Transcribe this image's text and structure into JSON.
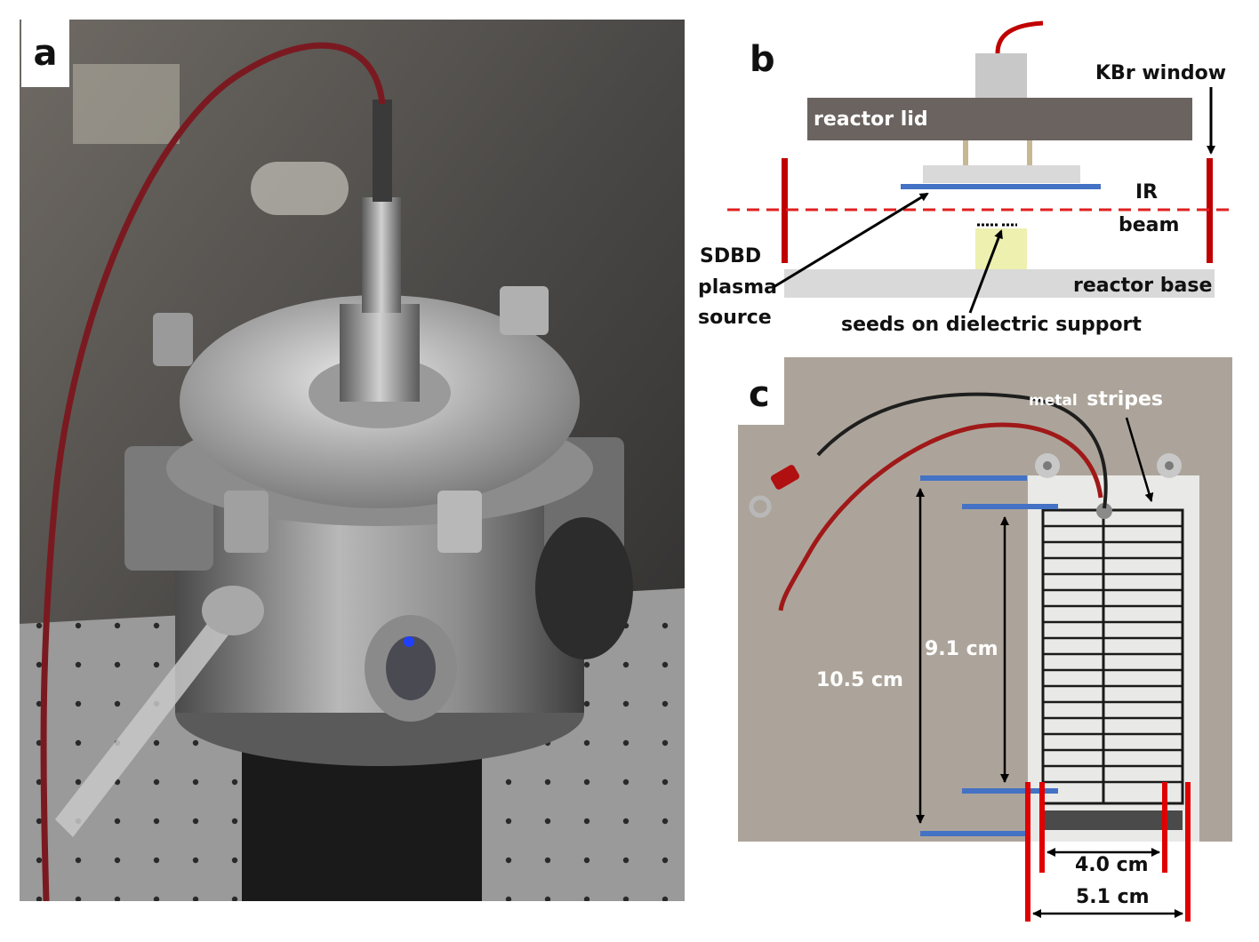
{
  "panels": {
    "a": {
      "letter": "a"
    },
    "b": {
      "letter": "b",
      "labels": {
        "kbr_window": "KBr window",
        "reactor_lid": "reactor lid",
        "ir": "IR",
        "beam": "beam",
        "sdbd_line1": "SDBD",
        "sdbd_line2": "plasma",
        "sdbd_line3": "source",
        "reactor_base": "reactor base",
        "seeds": "seeds on dielectric support"
      }
    },
    "c": {
      "letter": "c",
      "labels": {
        "metal": "metal",
        "stripes": "stripes",
        "dim_10_5": "10.5 cm",
        "dim_9_1": "9.1 cm",
        "dim_4_0": "4.0 cm",
        "dim_5_1": "5.1 cm"
      }
    }
  },
  "colors": {
    "reactor_lid": "#6b6360",
    "reactor_base": "#d9d9d9",
    "window_red": "#c00000",
    "beam_red": "#e02020",
    "electrode_blue": "#4472c4",
    "seed_support": "#eef0b0",
    "cable_red": "#a01818"
  }
}
